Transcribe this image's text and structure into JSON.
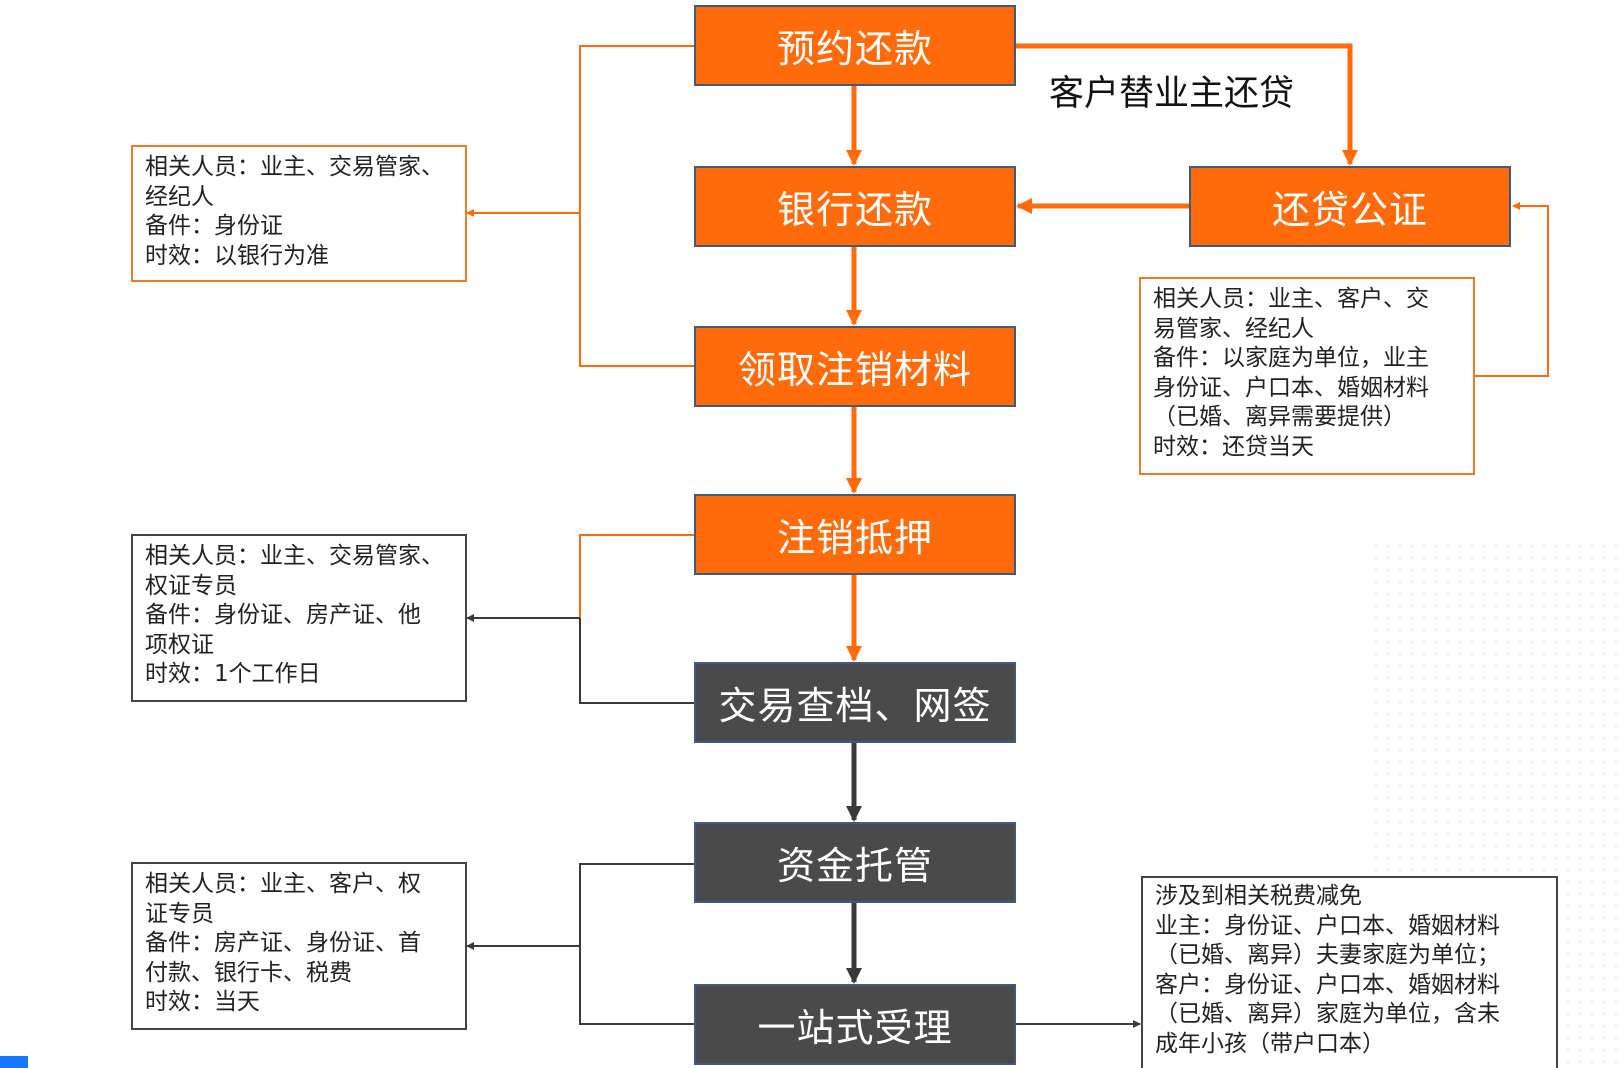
{
  "colors": {
    "orange": "#ff6a0b",
    "dark": "#4a4a4a",
    "orange_line": "#ff6a0b",
    "dark_line": "#3a3a3a"
  },
  "steps": {
    "reserve": "预约还款",
    "bank": "银行还款",
    "notary": "还贷公证",
    "collect": "领取注销材料",
    "cancel": "注销抵押",
    "check": "交易查档、网签",
    "escrow": "资金托管",
    "onestop": "一站式受理"
  },
  "customer_label": "客户替业主还贷",
  "notes": {
    "n1": [
      "相关人员：业主、交易管家、",
      "经纪人",
      "备件：身份证",
      "时效：以银行为准"
    ],
    "n2": [
      "相关人员：业主、客户、交",
      "易管家、经纪人",
      "备件：以家庭为单位，业主",
      "身份证、户口本、婚姻材料",
      "（已婚、离异需要提供）",
      "时效：还贷当天"
    ],
    "n3": [
      "相关人员：业主、交易管家、",
      "权证专员",
      "备件：身份证、房产证、他",
      "项权证",
      "时效：1个工作日"
    ],
    "n4": [
      "相关人员：业主、客户、权",
      "证专员",
      "备件：房产证、身份证、首",
      "付款、银行卡、税费",
      "时效：当天"
    ],
    "n5": [
      "涉及到相关税费减免",
      "业主：身份证、户口本、婚姻材料",
      "（已婚、离异）夫妻家庭为单位；",
      "客户：身份证、户口本、婚姻材料",
      "（已婚、离异）家庭为单位，含未",
      "成年小孩（带户口本）"
    ]
  }
}
